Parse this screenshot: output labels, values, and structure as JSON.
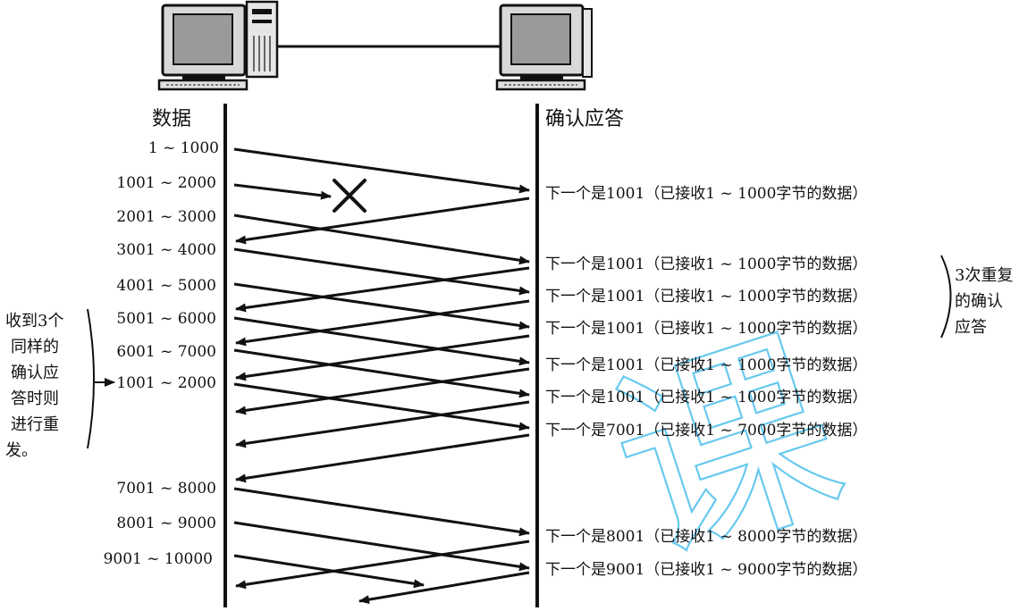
{
  "headers": {
    "sender": "数据",
    "receiver": "确认应答"
  },
  "sequences": [
    "1 ~ 1000",
    "1001 ~ 2000",
    "2001 ~ 3000",
    "3001 ~ 4000",
    "4001 ~ 5000",
    "5001 ~ 6000",
    "6001 ~ 7000",
    "1001 ~ 2000",
    "7001 ~ 8000",
    "8001 ~ 9000",
    "9001 ~ 10000"
  ],
  "acks": [
    "下一个是1001（已接收1 ~ 1000字节的数据）",
    "下一个是1001（已接收1 ~ 1000字节的数据）",
    "下一个是1001（已接收1 ~ 1000字节的数据）",
    "下一个是1001（已接收1 ~ 1000字节的数据）",
    "下一个是1001（已接收1 ~ 1000字节的数据）",
    "下一个是1001（已接收1 ~ 1000字节的数据）",
    "下一个是7001（已接收1 ~ 7000字节的数据）",
    "下一个是8001（已接收1 ~ 8000字节的数据）",
    "下一个是9001（已接收1 ~ 9000字节的数据）"
  ],
  "notes": {
    "left": [
      "收到3个",
      "同样的",
      "确认应",
      "答时则",
      "进行重",
      "发。"
    ],
    "right": [
      "3次重复",
      "的确认",
      "应答"
    ]
  },
  "lost_marker": "×",
  "watermark": "课",
  "colors": {
    "ink": "#111111",
    "watermark": "#35b8ea"
  }
}
